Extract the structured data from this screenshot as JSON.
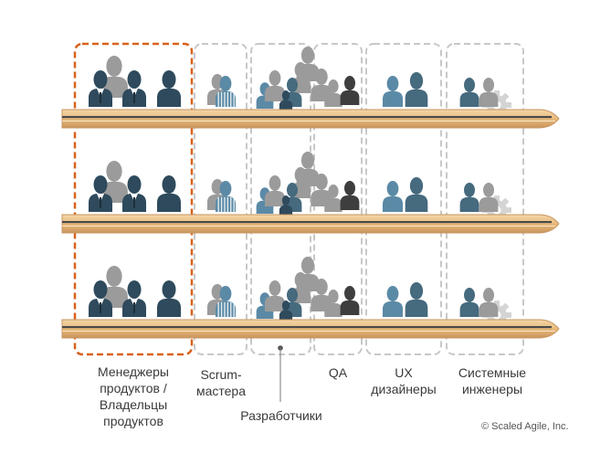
{
  "colors": {
    "primary_border": "#d8621d",
    "group_border": "#c8c8c8",
    "person_dark": "#2e4a5c",
    "person_mid": "#466a7e",
    "person_light": "#5b8aa6",
    "person_gray": "#9b9b9b",
    "person_charcoal": "#3e3e3e",
    "rail_main": "#ecc48c",
    "rail_edge": "#c89560",
    "rail_stripe": "#4a4a4a",
    "gear": "#d4d4d4"
  },
  "icons": [
    "person-icon",
    "gear-icon",
    "train-rail"
  ],
  "labels": {
    "product": "Менеджеры\nпродуктов /\nВладельцы\nпродуктов",
    "scrum": "Scrum-\nмастера",
    "devs": "Разработчики",
    "qa": "QA",
    "ux": "UX\nдизайнеры",
    "sys": "Системные\nинженеры"
  },
  "copyright": "© Scaled Agile, Inc."
}
